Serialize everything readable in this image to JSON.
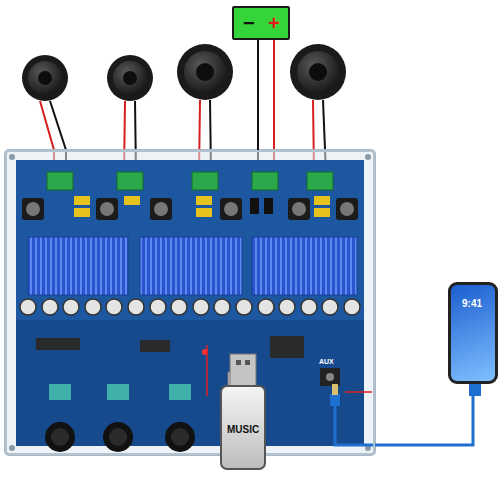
{
  "diagram": {
    "nodes": [
      {
        "text": [
          "USB",
          "AUX"
        ]
      },
      {
        "text": [
          "−",
          "+"
        ]
      },
      {
        "text": [
          "MUSIC"
        ]
      },
      {
        "text": [
          "9:41"
        ]
      }
    ],
    "edges": [
      {
        "from": 1,
        "to": 0,
        "arrow": "none"
      },
      {
        "from": 3,
        "to": 0,
        "arrow": "none"
      }
    ]
  }
}
